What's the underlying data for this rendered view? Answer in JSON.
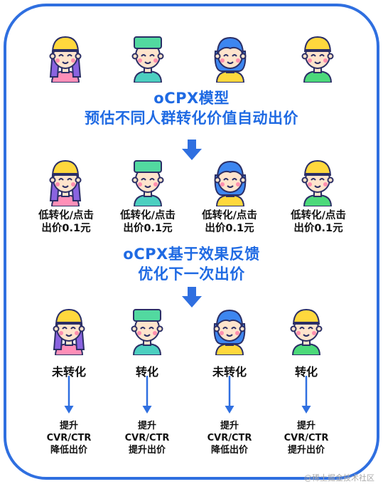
{
  "colors": {
    "accent": "#2f6fe0",
    "heading": "#1f6ae3",
    "skin": "#ffe4cc",
    "outline": "#2b2f66",
    "cheek": "#ff8fae"
  },
  "heading1": {
    "line1": "oCPX模型",
    "line2": "预估不同人群转化价值自动出价"
  },
  "heading2": {
    "line1": "oCPX基于效果反馈",
    "line2": "优化下一次出价"
  },
  "people": [
    {
      "hair": "yellow-cap",
      "shirt": "pink"
    },
    {
      "hair": "green-flat",
      "shirt": "teal"
    },
    {
      "hair": "blue-bob",
      "shirt": "yellow"
    },
    {
      "hair": "yellow-cap",
      "shirt": "green"
    }
  ],
  "bids": [
    {
      "line1": "低转化/点击",
      "line2": "出价0.1元"
    },
    {
      "line1": "低转化/点击",
      "line2": "出价0.1元"
    },
    {
      "line1": "低转化/点击",
      "line2": "出价0.1元"
    },
    {
      "line1": "低转化/点击",
      "line2": "出价0.1元"
    }
  ],
  "states": [
    "未转化",
    "转化",
    "未转化",
    "转化"
  ],
  "results": [
    {
      "line1": "提升",
      "line2": "CVR/CTR",
      "line3": "降低出价"
    },
    {
      "line1": "提升",
      "line2": "CVR/CTR",
      "line3": "提升出价"
    },
    {
      "line1": "提升",
      "line2": "CVR/CTR",
      "line3": "降低出价"
    },
    {
      "line1": "提升",
      "line2": "CVR/CTR",
      "line3": "提升出价"
    }
  ],
  "watermark": "@稀土掘金技术社区"
}
